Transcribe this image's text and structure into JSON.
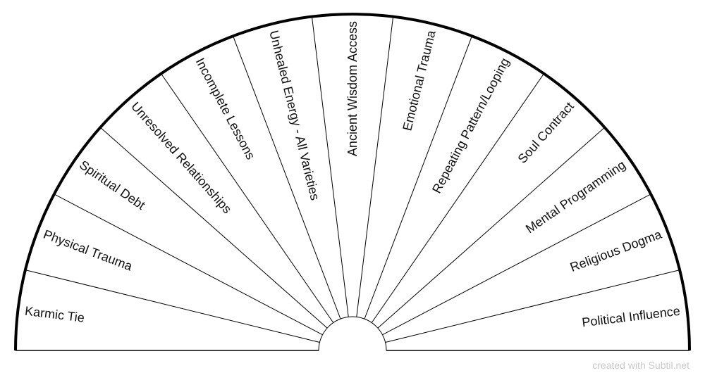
{
  "chart": {
    "segments": [
      {
        "label": "Karmic Tie"
      },
      {
        "label": "Physical Trauma"
      },
      {
        "label": "Spiritual Debt"
      },
      {
        "label": "Unresolved Relationships"
      },
      {
        "label": "Incomplete Lessons"
      },
      {
        "label": "Unhealed Energy - All Varieties"
      },
      {
        "label": "Ancient Wisdom Access"
      },
      {
        "label": "Emotional Trauma"
      },
      {
        "label": "Repeating Pattern/Looping"
      },
      {
        "label": "Soul Contract"
      },
      {
        "label": "Mental Programming"
      },
      {
        "label": "Religious Dogma"
      },
      {
        "label": "Political Influence"
      }
    ]
  },
  "footer": {
    "credit": "created with Subtil.net"
  },
  "colors": {
    "line": "#000000",
    "text": "#111111",
    "credit": "#c9c9c9",
    "background": "#ffffff"
  }
}
